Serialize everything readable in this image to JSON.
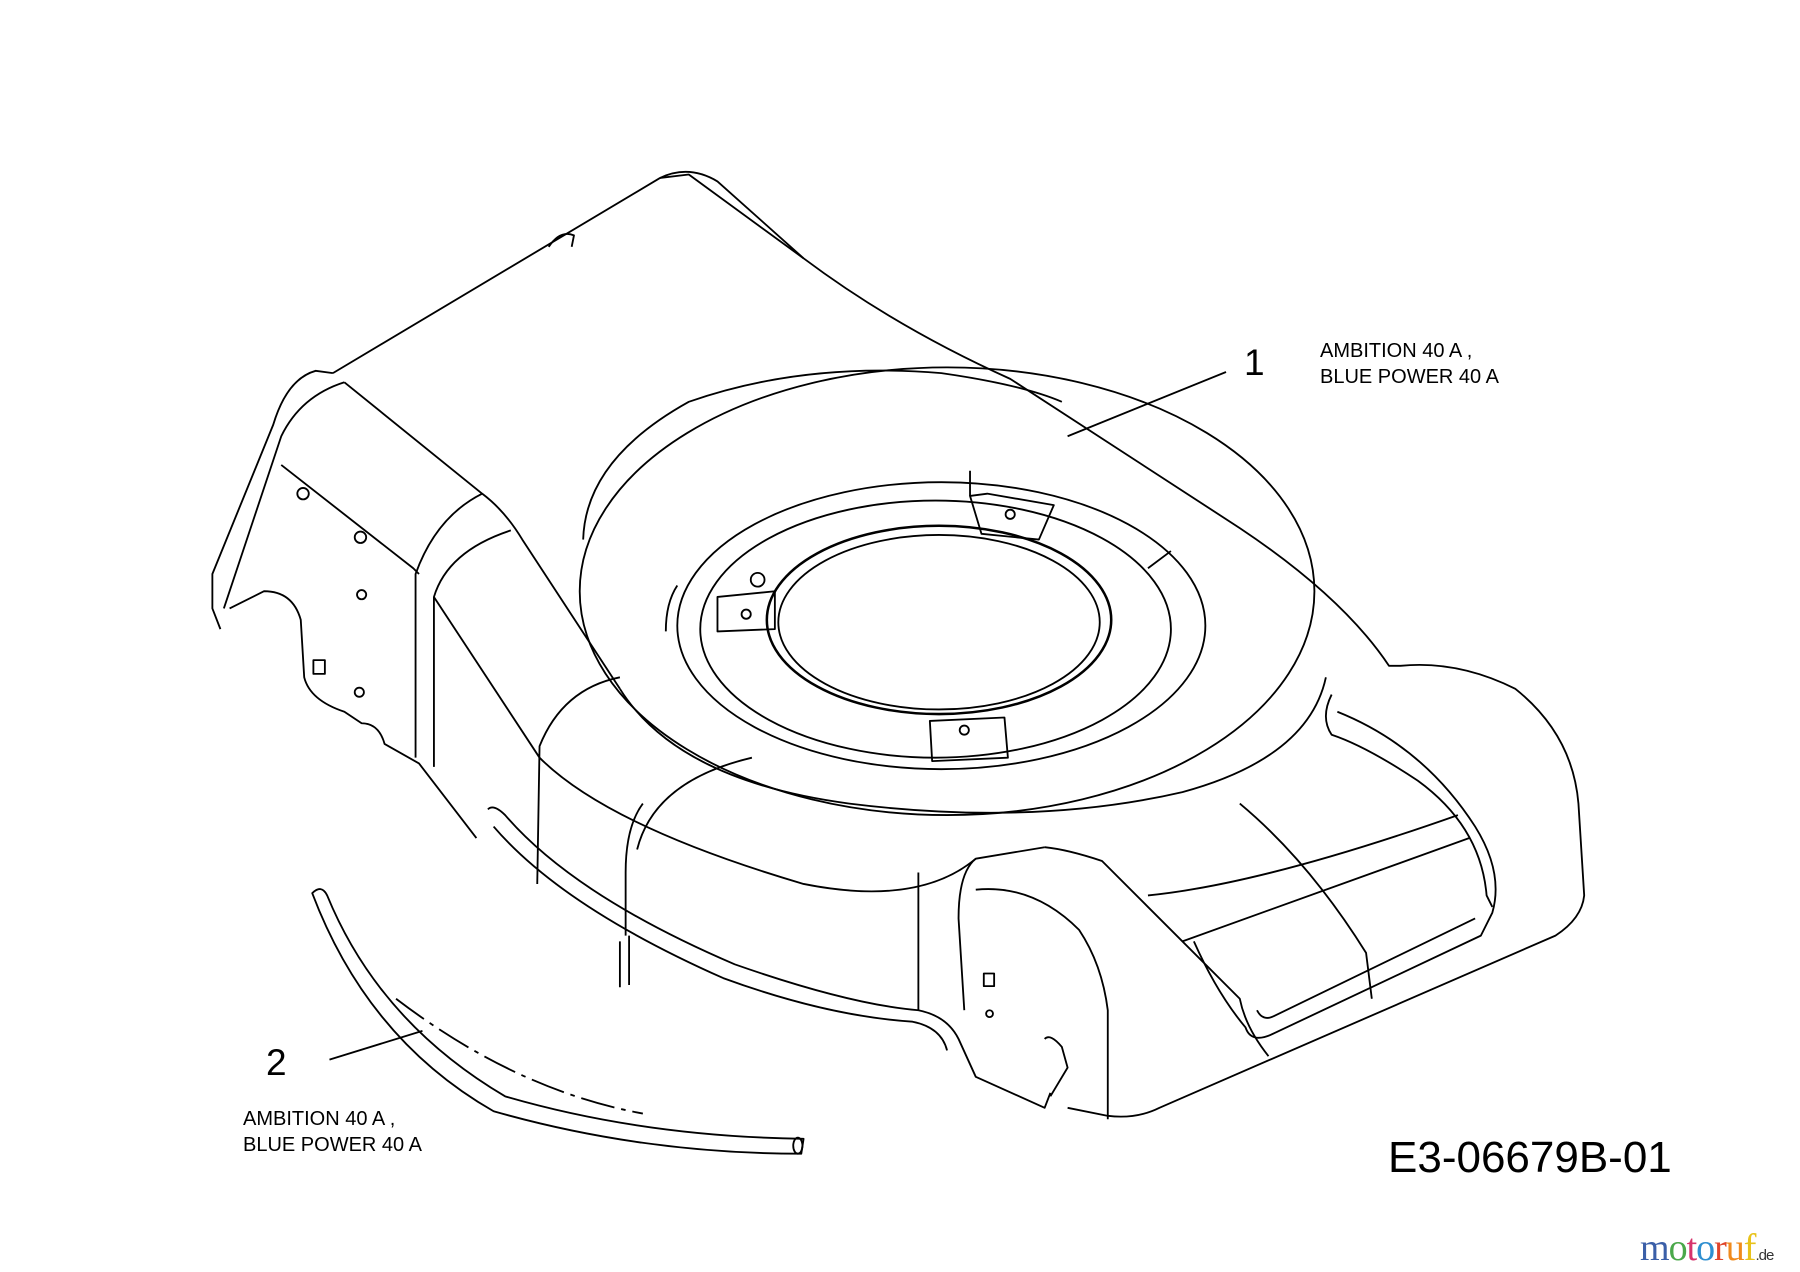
{
  "parts": [
    {
      "number": "1",
      "note_line1": "AMBITION 40 A ,",
      "note_line2": "BLUE POWER 40 A"
    },
    {
      "number": "2",
      "note_line1": "AMBITION 40 A ,",
      "note_line2": "BLUE POWER 40 A"
    }
  ],
  "drawing_code": "E3-06679B-01",
  "watermark": {
    "text": "motoruf",
    "suffix": ".de",
    "colors": [
      "#3b5fa8",
      "#4aa84a",
      "#d6336c",
      "#2f8fd0",
      "#e0452b",
      "#f08a1c",
      "#e8c21a"
    ]
  }
}
